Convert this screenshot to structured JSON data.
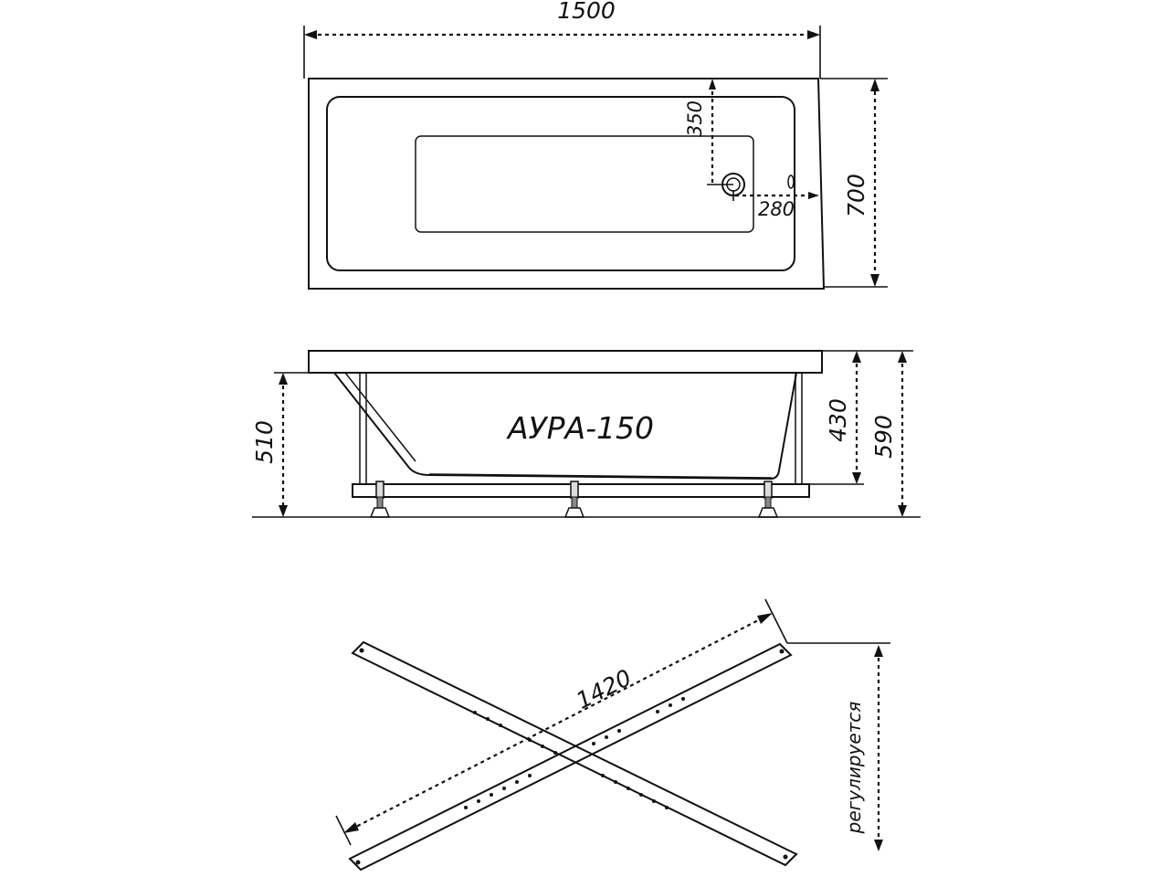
{
  "top_view": {
    "length_label": "1500",
    "width_label": "700",
    "drain_offset_label": "350",
    "drain_edge_label": "280"
  },
  "side_view": {
    "model_label": "АУРА-150",
    "frame_height_label": "510",
    "tub_depth_label": "430",
    "total_height_label": "590"
  },
  "frame_view": {
    "frame_length_label": "1420",
    "adjustable_label": "регулируется"
  }
}
